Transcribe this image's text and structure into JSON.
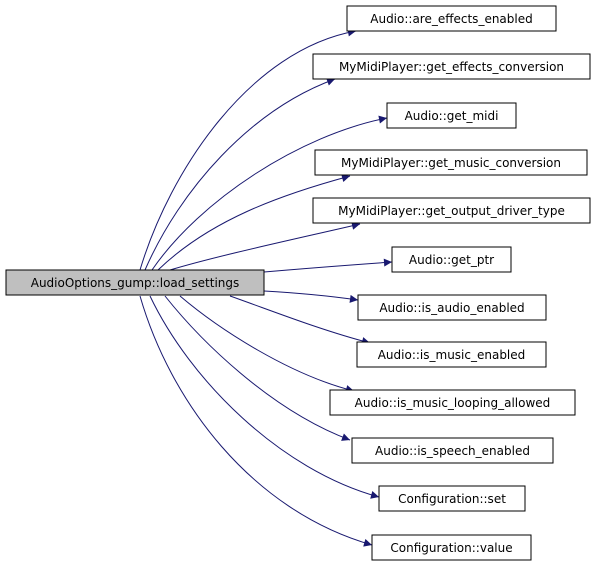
{
  "source": {
    "label": "AudioOptions_gump::load_settings",
    "fill": "#bfbfbf"
  },
  "targets": [
    {
      "label": "Audio::are_effects_enabled"
    },
    {
      "label": "MyMidiPlayer::get_effects_conversion"
    },
    {
      "label": "Audio::get_midi"
    },
    {
      "label": "MyMidiPlayer::get_music_conversion"
    },
    {
      "label": "MyMidiPlayer::get_output_driver_type"
    },
    {
      "label": "Audio::get_ptr"
    },
    {
      "label": "Audio::is_audio_enabled"
    },
    {
      "label": "Audio::is_music_enabled"
    },
    {
      "label": "Audio::is_music_looping_allowed"
    },
    {
      "label": "Audio::is_speech_enabled"
    },
    {
      "label": "Configuration::set"
    },
    {
      "label": "Configuration::value"
    }
  ],
  "colors": {
    "edge": "#191970",
    "node_border": "#000000",
    "node_fill": "#ffffff"
  }
}
